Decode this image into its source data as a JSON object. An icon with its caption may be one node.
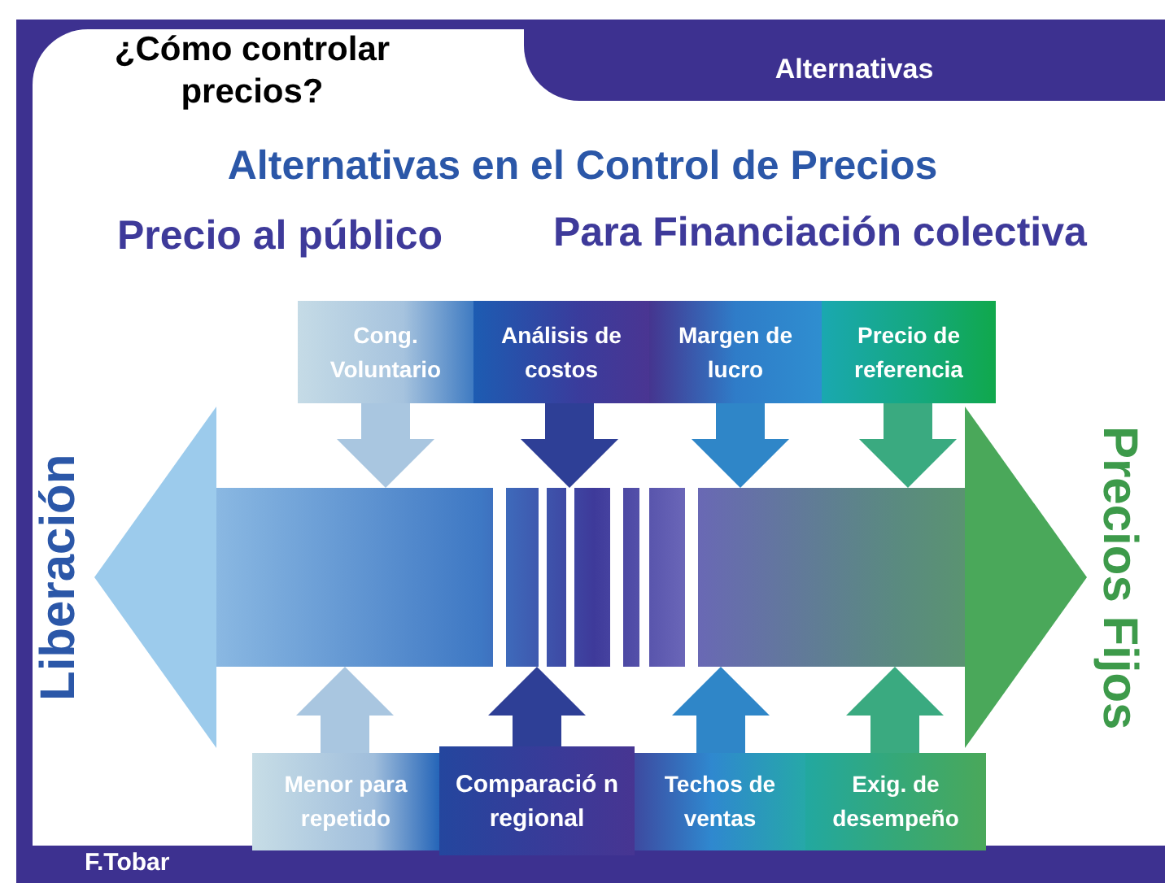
{
  "diagram": {
    "title": "Alternativas en el Control de Precios",
    "nodes": [
      {
        "text": [
          "Cong. Voluntario"
        ]
      },
      {
        "text": [
          "Análisis de costos"
        ]
      },
      {
        "text": [
          "Margen de lucro"
        ]
      },
      {
        "text": [
          "Precio de referencia"
        ]
      },
      {
        "text": [
          "Liberación"
        ]
      },
      {
        "text": [],
        "shape": "bar"
      },
      {
        "text": [
          "Precios Fijos"
        ]
      },
      {
        "text": [
          "Menor para repetido"
        ]
      },
      {
        "text": [
          "Comparació n regional"
        ]
      },
      {
        "text": [
          "Techos de ventas"
        ]
      },
      {
        "text": [
          "Exig. de desempeño"
        ]
      }
    ],
    "edges": [
      {
        "from": 0,
        "to": 5,
        "arrow": "to"
      },
      {
        "from": 1,
        "to": 5,
        "arrow": "to",
        "color": "#2e3f96"
      },
      {
        "from": 2,
        "to": 5,
        "arrow": "to",
        "color": "#2f86c8"
      },
      {
        "from": 3,
        "to": 5,
        "arrow": "to",
        "color": "#3aaa80"
      },
      {
        "from": 5,
        "to": 4,
        "arrow": "to",
        "style": "thick",
        "color": "#9ccbec"
      },
      {
        "from": 5,
        "to": 6,
        "arrow": "to",
        "style": "thick",
        "color": "#4aa85a"
      },
      {
        "from": 7,
        "to": 5,
        "arrow": "to"
      },
      {
        "from": 8,
        "to": 5,
        "arrow": "to",
        "color": "#2e3f96"
      },
      {
        "from": 9,
        "to": 5,
        "arrow": "to",
        "color": "#2f86c8"
      },
      {
        "from": 10,
        "to": 5,
        "arrow": "to",
        "color": "#3aaa80"
      }
    ],
    "labels": [
      "¿Cómo controlar precios?",
      "Alternativas",
      "Precio al público",
      "Para Financiación colectiva",
      "F.Tobar"
    ]
  }
}
